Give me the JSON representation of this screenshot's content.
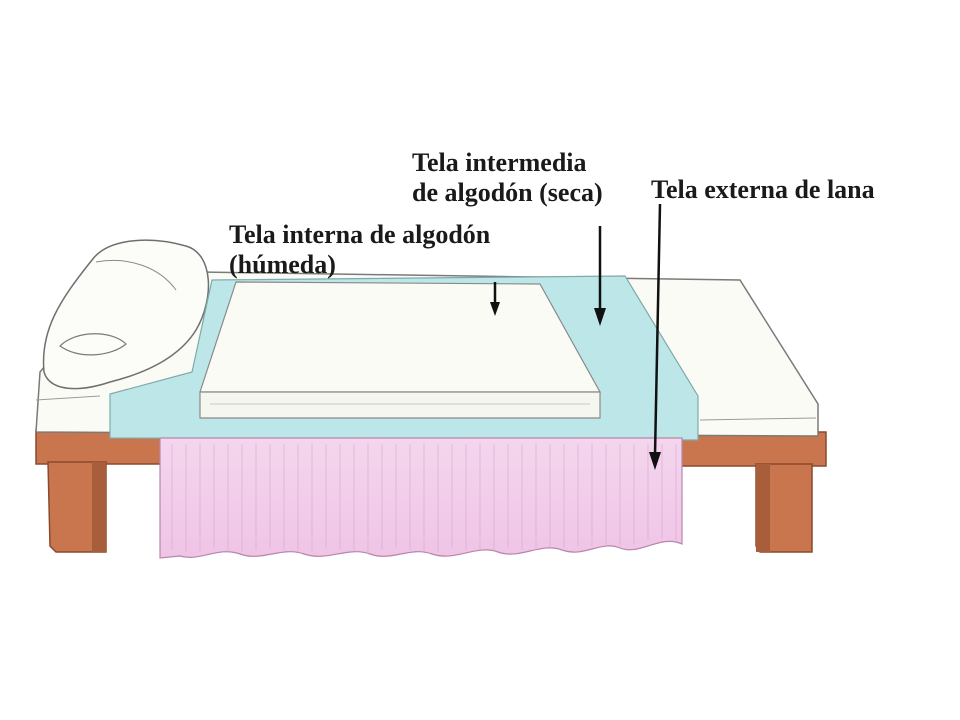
{
  "labels": {
    "inner": {
      "line1": "Tela interna de algodón",
      "line2": "(húmeda)"
    },
    "intermediate": {
      "line1": "Tela intermedia",
      "line2": "de algodón (seca)"
    },
    "outer": {
      "line1": "Tela externa de lana"
    }
  },
  "colors": {
    "wood": "#c9764e",
    "wood_dark": "#9b5334",
    "mattress": "#fbfbf6",
    "blue_sheet": "#bde6e8",
    "pink_wool": "#f2cbea",
    "pink_line": "#dca0cf",
    "outline": "#6f6f6f",
    "arrow": "#111111",
    "text": "#1a1a1a"
  }
}
